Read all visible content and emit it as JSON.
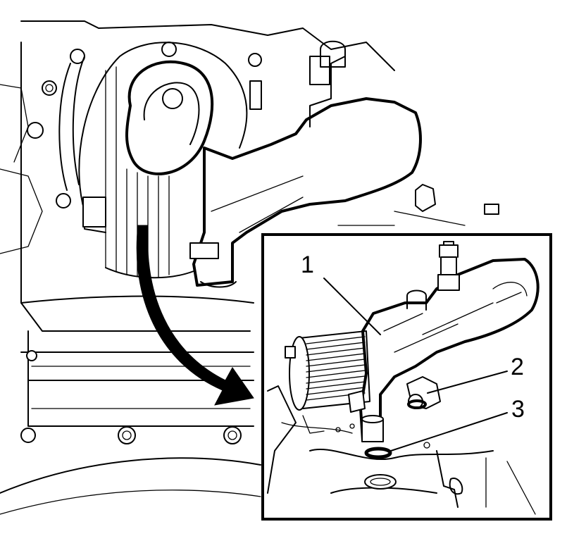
{
  "diagram": {
    "callouts": [
      {
        "label": "1"
      },
      {
        "label": "2"
      },
      {
        "label": "3"
      }
    ]
  }
}
